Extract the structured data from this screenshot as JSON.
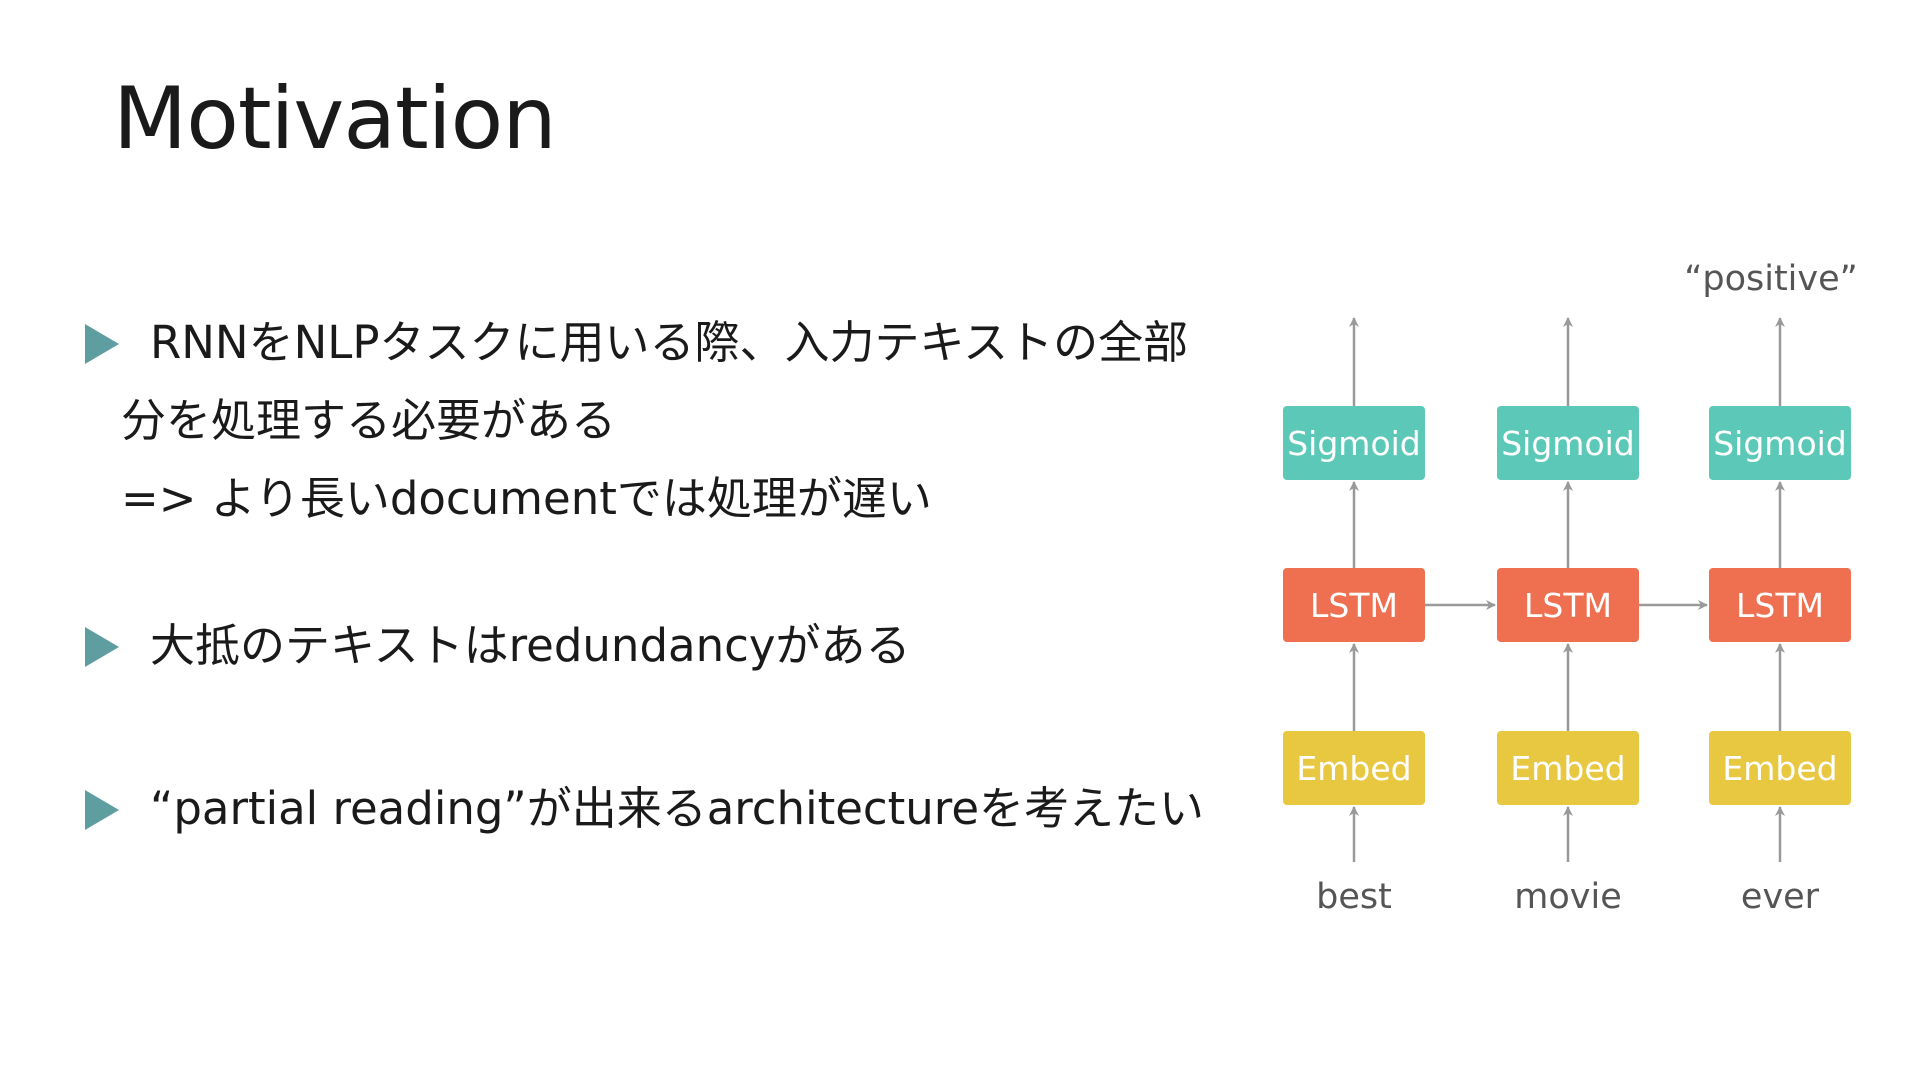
{
  "slide": {
    "title": "Motivation"
  },
  "bullets": [
    {
      "lines": [
        "RNNをNLPタスクに用いる際、入力テキストの全部",
        "分を処理する必要がある",
        "=> より長いdocumentでは処理が遅い"
      ]
    },
    {
      "lines": [
        "大抵のテキストはredundancyがある"
      ]
    },
    {
      "lines": [
        "“partial reading”が出来るarchitectureを考えたい"
      ]
    }
  ],
  "diagram": {
    "output_label": "“positive”",
    "columns": [
      {
        "word": "best",
        "embed": "Embed",
        "lstm": "LSTM",
        "sigmoid": "Sigmoid"
      },
      {
        "word": "movie",
        "embed": "Embed",
        "lstm": "LSTM",
        "sigmoid": "Sigmoid"
      },
      {
        "word": "ever",
        "embed": "Embed",
        "lstm": "LSTM",
        "sigmoid": "Sigmoid"
      }
    ],
    "colors": {
      "sigmoid": "#5cc8b8",
      "lstm": "#ee7050",
      "embed": "#e8c840",
      "arrow": "#999999",
      "box_text": "#ffffff",
      "label_text": "#555555",
      "bullet_marker": "#5f9ea0"
    }
  }
}
